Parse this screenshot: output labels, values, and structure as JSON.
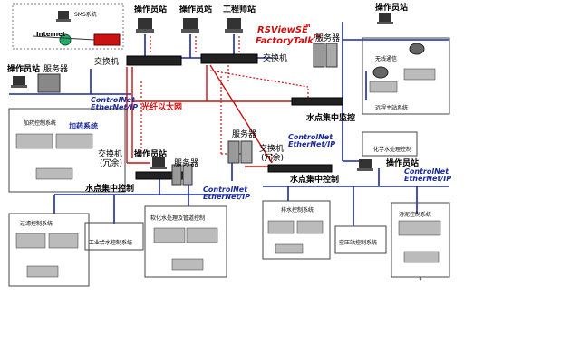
{
  "labels": {
    "sms": "SMS系统",
    "internet": "Internet",
    "op_station_left": "操作员站",
    "server_left": "服务器",
    "op_station_top1": "操作员站",
    "op_station_top2": "操作员站",
    "eng_station": "工程师站",
    "brand_rsview": "RSViewSE",
    "brand_factorytalk": "FactoryTalk",
    "tm": "TM",
    "server_top": "服务器",
    "switch_top_left": "交换机",
    "switch_top_center": "交换机",
    "op_station_topright": "操作员站",
    "wireless": "无线通信",
    "fiber": "光纤以太网",
    "controlnet_left": "ControlNet",
    "ethernet_left": "EtherNet/IP",
    "dose_system": "加药系统",
    "dose_control": "加药控制系统",
    "remote_plc": "远程主站系统",
    "water_center_monitor": "水点集中监控",
    "controlnet_mid": "ControlNet",
    "ethernet_mid": "EtherNet/IP",
    "server_mid": "服务器",
    "switch_redundant_mid": "交换机",
    "redundant_mid": "(冗余)",
    "switch_redundant_left": "交换机",
    "redundant_left": "(冗余)",
    "server_left2": "服务器",
    "op_station_mid": "操作员站",
    "water_central_control_left": "水点集中控制",
    "controlnet_left2": "ControlNet",
    "ethernet_left2": "EtherNet/IP",
    "water_central_control_right": "水点集中控制",
    "op_station_right": "操作员站",
    "controlnet_right": "ControlNet",
    "ethernet_right": "EtherNet/IP",
    "filter_system": "过滤控制系统",
    "chem_system": "化学水处理控制",
    "industrial_water": "工业给水控制系统",
    "softener": "软化水处理及管道控制",
    "drain_control": "排水控制系统",
    "air_control": "空压站控制系统",
    "sludge_control": "污泥控制系统",
    "page_no": "2"
  }
}
